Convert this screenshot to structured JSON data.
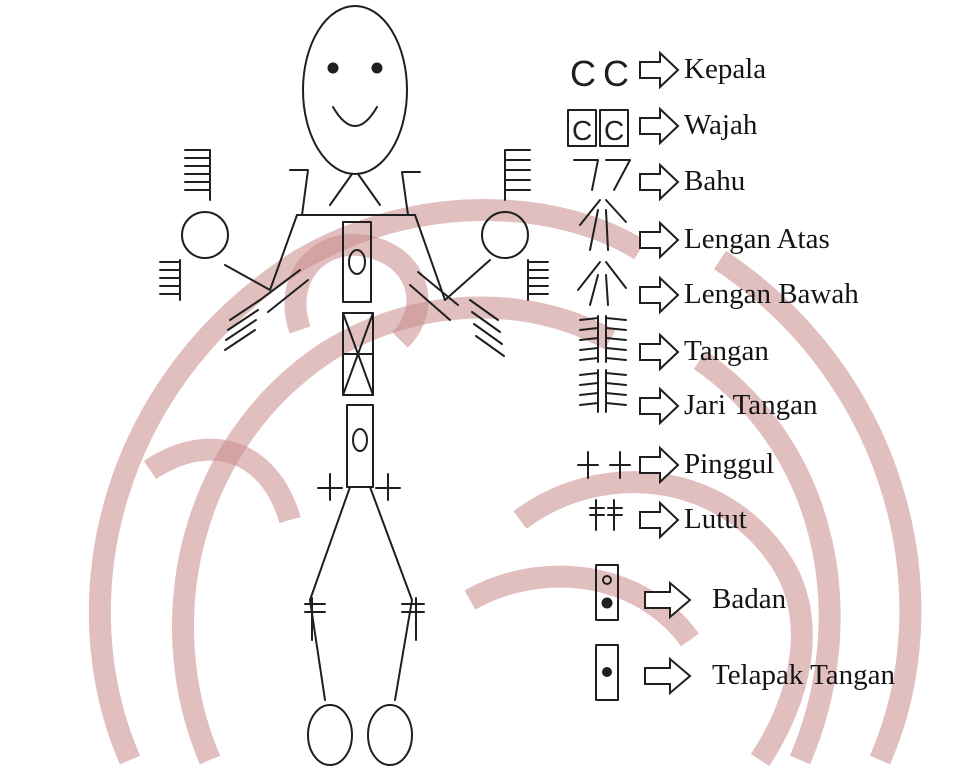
{
  "colors": {
    "ink": "#1f1f1f",
    "watermark": "#b56a6a",
    "paper": "#ffffff"
  },
  "watermark": {
    "icon": "garuda-bird-watermark"
  },
  "legend": [
    {
      "label": "Kepala",
      "symbol": "head-cc-icon"
    },
    {
      "label": "Wajah",
      "symbol": "face-boxed-cc-icon"
    },
    {
      "label": "Bahu",
      "symbol": "shoulder-icon"
    },
    {
      "label": "Lengan Atas",
      "symbol": "upper-arm-icon"
    },
    {
      "label": "Lengan Bawah",
      "symbol": "lower-arm-icon"
    },
    {
      "label": "Tangan",
      "symbol": "hand-icon"
    },
    {
      "label": "Jari Tangan",
      "symbol": "finger-icon"
    },
    {
      "label": "Pinggul",
      "symbol": "hip-cross-icon"
    },
    {
      "label": "Lutut",
      "symbol": "knee-icon"
    },
    {
      "label": "Badan",
      "symbol": "body-box-icon"
    },
    {
      "label": "Telapak Tangan",
      "symbol": "palm-box-icon"
    }
  ]
}
